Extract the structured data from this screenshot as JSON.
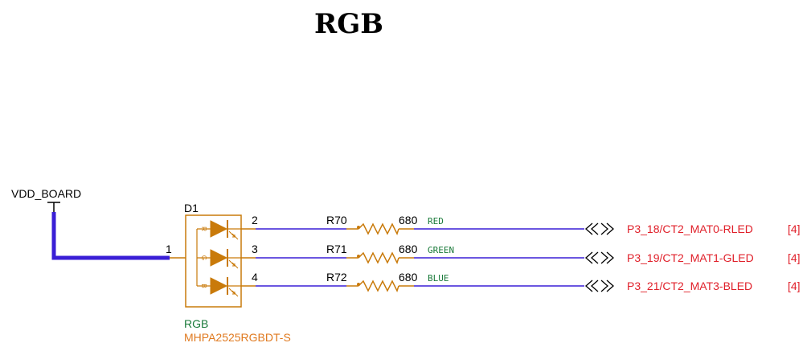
{
  "title": "RGB",
  "power": {
    "name": "VDD_BOARD"
  },
  "led": {
    "ref": "D1",
    "value": "RGB",
    "part": "MHPA2525RGBDT-S",
    "common_pin": "1",
    "channels": [
      {
        "pin": "2",
        "letter": "R",
        "resistor": "R70",
        "value": "680",
        "net": "RED",
        "port": "P3_18/CT2_MAT0-RLED",
        "page": "[4]"
      },
      {
        "pin": "3",
        "letter": "G",
        "resistor": "R71",
        "value": "680",
        "net": "GREEN",
        "port": "P3_19/CT2_MAT1-GLED",
        "page": "[4]"
      },
      {
        "pin": "4",
        "letter": "B",
        "resistor": "R72",
        "value": "680",
        "net": "BLUE",
        "port": "P3_21/CT2_MAT3-BLED",
        "page": "[4]"
      }
    ]
  },
  "colors": {
    "title": "#1a7a3a",
    "wire": "#3a1fd6",
    "component": "#c97a0a",
    "net_label": "#1a7a3a",
    "port": "#e0202a",
    "part_number": "#e07a20"
  }
}
